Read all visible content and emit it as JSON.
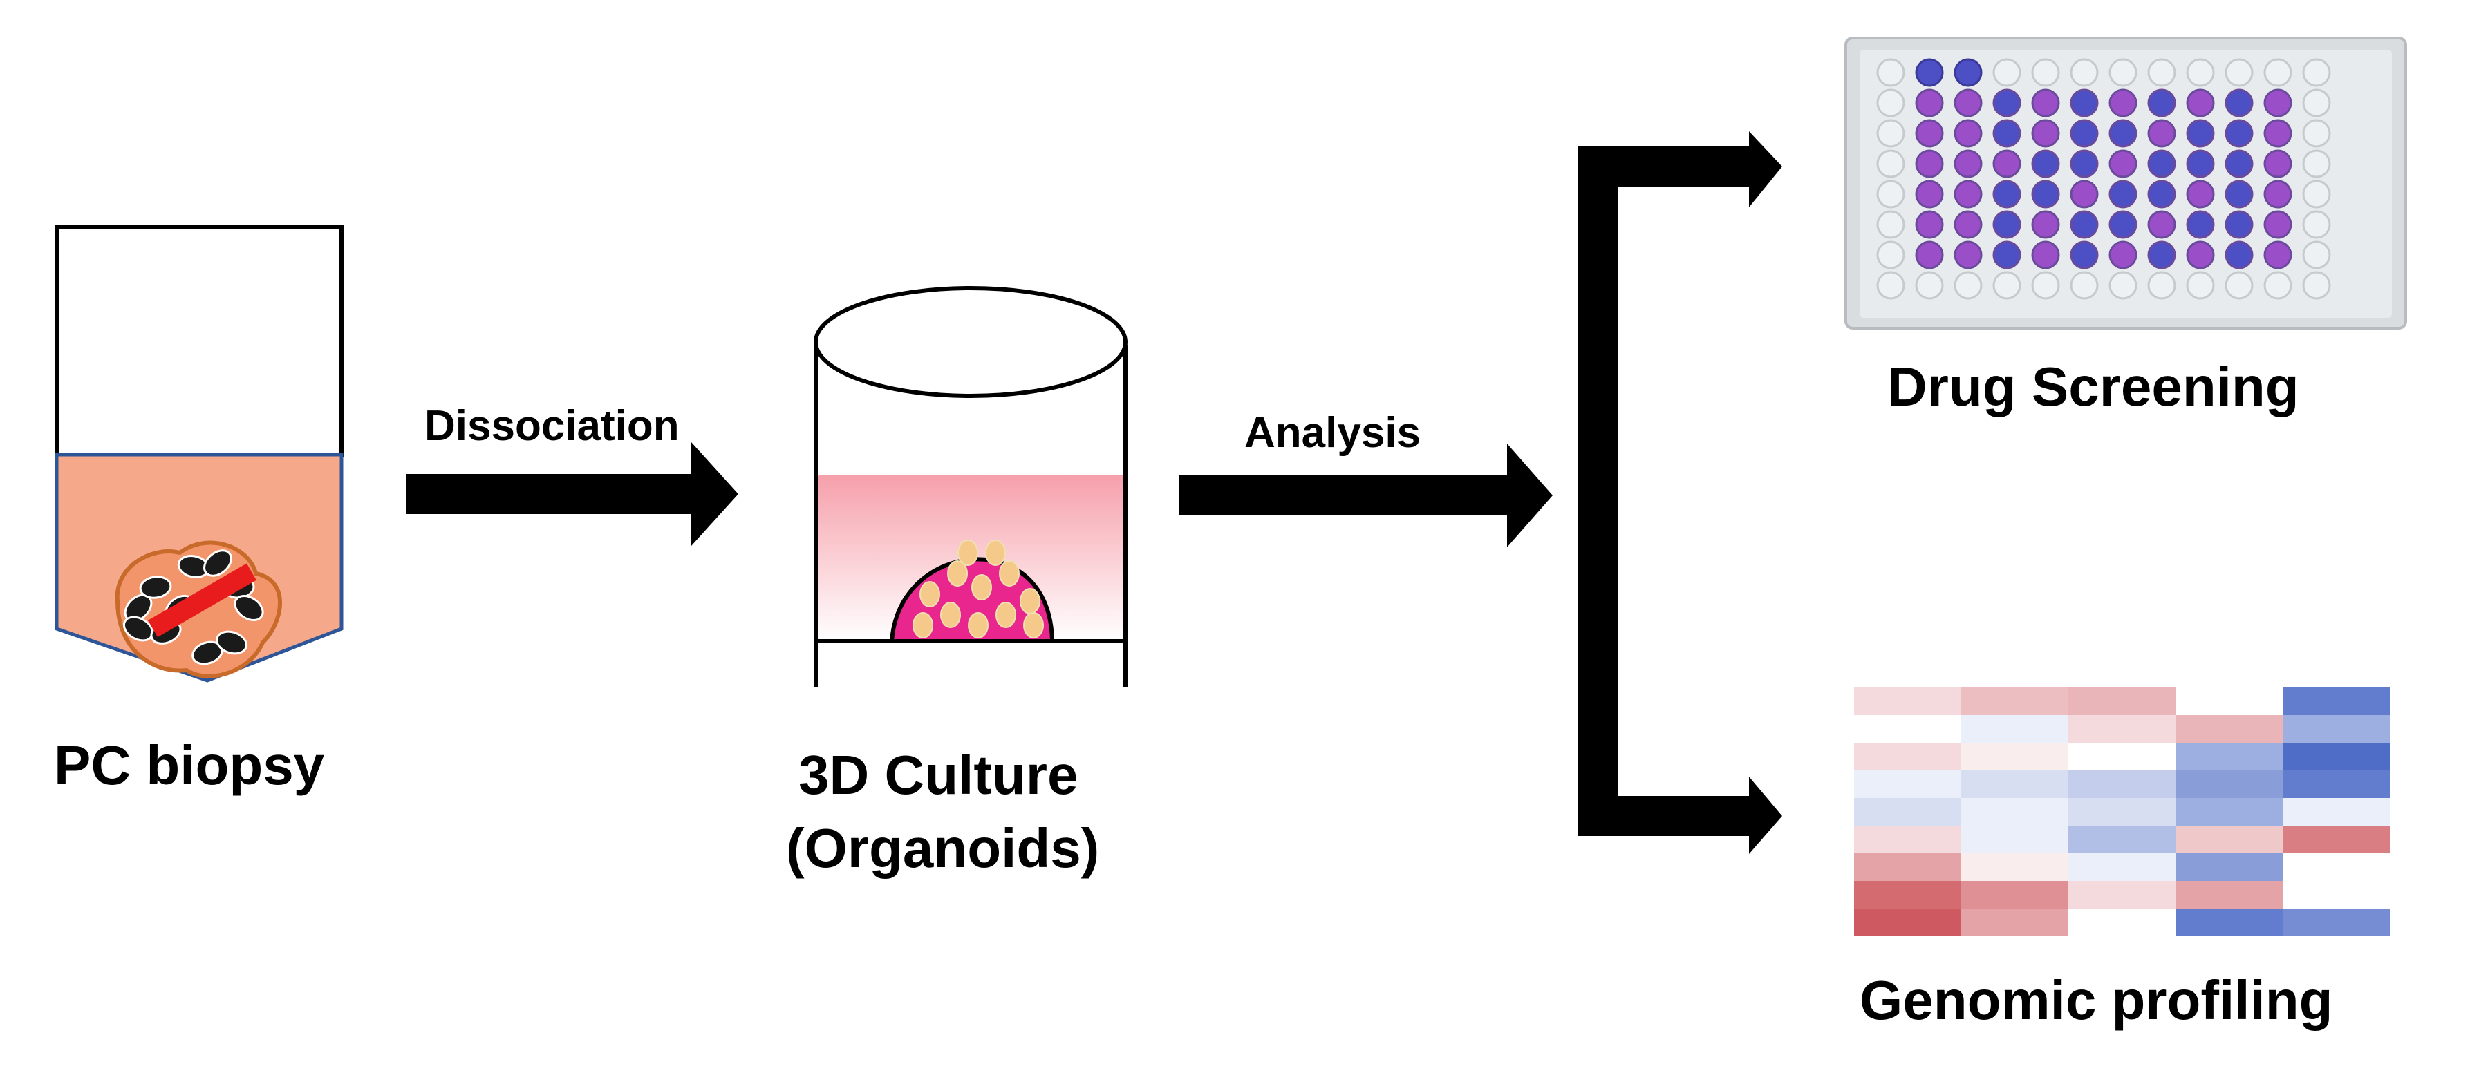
{
  "labels": {
    "biopsy": "PC biopsy",
    "dissociation": "Dissociation",
    "culture_line1": "3D Culture",
    "culture_line2": "(Organoids)",
    "analysis": "Analysis",
    "drug_screening": "Drug Screening",
    "genomic_profiling": "Genomic profiling"
  },
  "colors": {
    "tube_fluid": "#f5a98a",
    "tube_outline": "#2e5597",
    "culture_media_top": "#f6a0ab",
    "culture_media_bottom": "#ffffff",
    "matrigel_dome": "#e8268e",
    "organoid": "#f5c98a",
    "arrow": "#000000",
    "plate_well_purple": "#9a4fc8",
    "plate_well_blue": "#4d4fc4",
    "heatmap_red": "#c8464e",
    "heatmap_blue": "#3b5cc0"
  },
  "heatmap_values": [
    [
      0.2,
      0.35,
      0.4,
      0.0,
      -0.8
    ],
    [
      0.0,
      -0.1,
      0.2,
      0.4,
      -0.5
    ],
    [
      0.2,
      0.1,
      0.0,
      -0.5,
      -0.9
    ],
    [
      -0.1,
      -0.2,
      -0.3,
      -0.6,
      -0.8
    ],
    [
      -0.2,
      -0.1,
      -0.2,
      -0.5,
      -0.1
    ],
    [
      0.2,
      -0.1,
      -0.4,
      0.3,
      0.7
    ],
    [
      0.5,
      0.1,
      -0.1,
      -0.6,
      0.0
    ],
    [
      0.8,
      0.6,
      0.2,
      0.5,
      0.0
    ],
    [
      0.9,
      0.5,
      0.0,
      -0.8,
      -0.7
    ]
  ]
}
